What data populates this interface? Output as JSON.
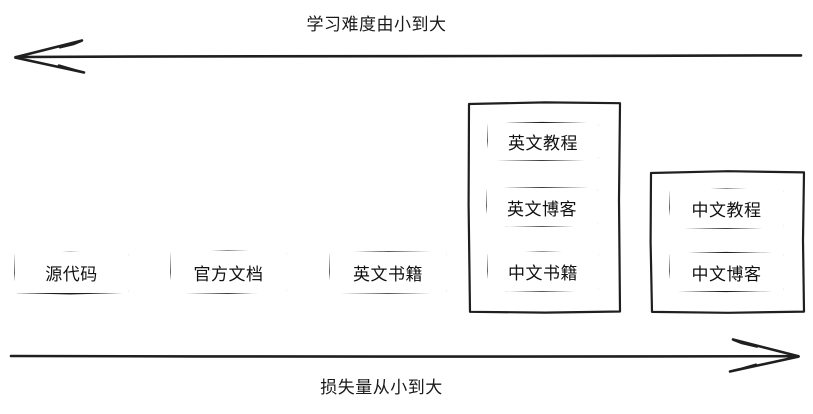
{
  "diagram": {
    "type": "spectrum-axis-diagram",
    "background_color": "#ffffff",
    "stroke_color": "#1a1a1a",
    "axes": [
      {
        "name": "top-axis",
        "label": "学习难度由小到大",
        "direction": "left",
        "arrow_at": "left-end"
      },
      {
        "name": "bottom-axis",
        "label": "损失量从小到大",
        "direction": "right",
        "arrow_at": "right-end"
      }
    ],
    "items": [
      {
        "id": "source-code",
        "label": "源代码"
      },
      {
        "id": "official-docs",
        "label": "官方文档"
      },
      {
        "id": "english-books",
        "label": "英文书籍"
      },
      {
        "id": "english-tutorials",
        "label": "英文教程"
      },
      {
        "id": "english-blogs",
        "label": "英文博客"
      },
      {
        "id": "chinese-books",
        "label": "中文书籍"
      },
      {
        "id": "chinese-tutorials",
        "label": "中文教程"
      },
      {
        "id": "chinese-blogs",
        "label": "中文博客"
      }
    ],
    "groups": [
      {
        "id": "group-mid",
        "members": [
          "英文教程",
          "英文博客",
          "中文书籍"
        ]
      },
      {
        "id": "group-right",
        "members": [
          "中文教程",
          "中文博客"
        ]
      }
    ]
  }
}
